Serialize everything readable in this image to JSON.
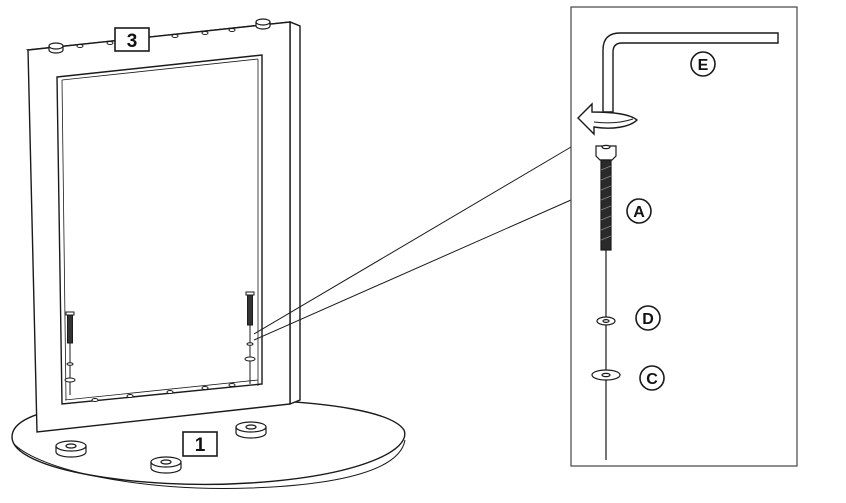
{
  "parts": {
    "frame": {
      "number": "3"
    },
    "base": {
      "number": "1"
    }
  },
  "detail": {
    "hex_key": {
      "letter": "E",
      "icon": "allen-key-icon"
    },
    "bolt": {
      "letter": "A",
      "icon": "bolt-icon"
    },
    "lock_washer": {
      "letter": "D",
      "icon": "lock-washer-icon"
    },
    "flat_washer": {
      "letter": "C",
      "icon": "washer-icon"
    },
    "rotation_arrow": {
      "icon": "rotate-arrow-icon"
    }
  },
  "colors": {
    "line": "#1a1a1a",
    "panel_border": "#444444",
    "background": "#ffffff"
  }
}
